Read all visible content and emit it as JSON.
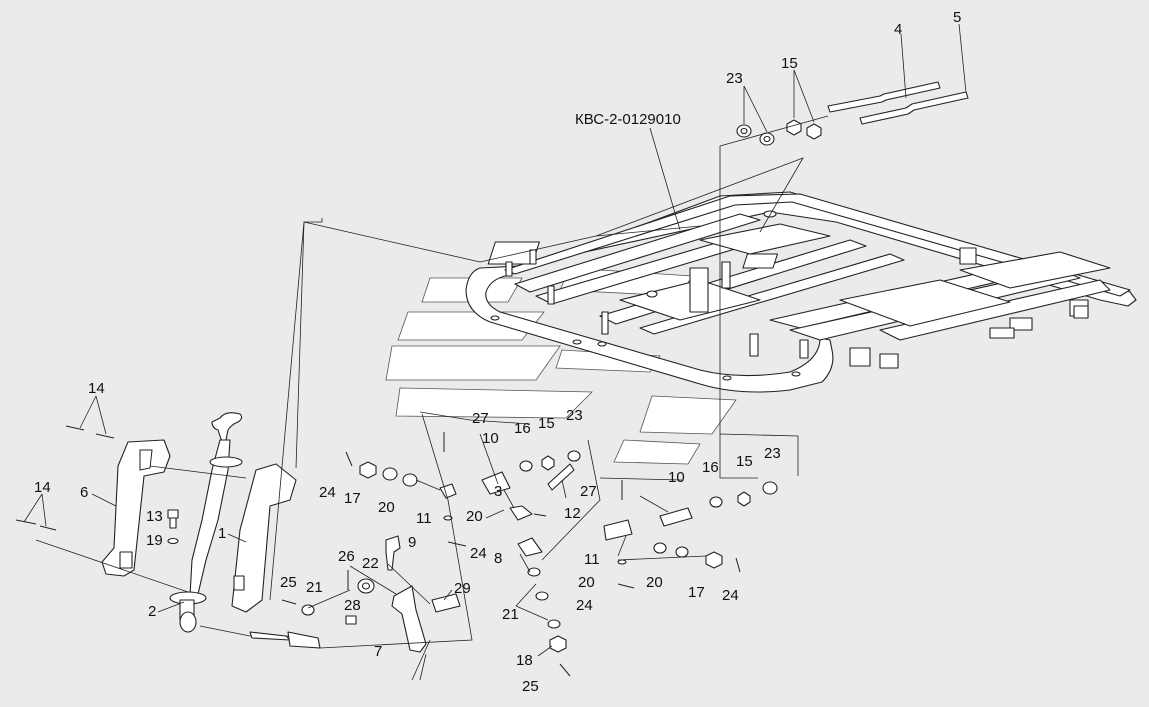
{
  "assembly_label": "КВС-2-0129010",
  "callouts": [
    {
      "id": "c4",
      "text": "4"
    },
    {
      "id": "c5",
      "text": "5"
    },
    {
      "id": "c23a",
      "text": "23"
    },
    {
      "id": "c15a",
      "text": "15"
    },
    {
      "id": "c14a",
      "text": "14"
    },
    {
      "id": "c14b",
      "text": "14"
    },
    {
      "id": "c6",
      "text": "6"
    },
    {
      "id": "c1",
      "text": "1"
    },
    {
      "id": "c13",
      "text": "13"
    },
    {
      "id": "c19",
      "text": "19"
    },
    {
      "id": "c2",
      "text": "2"
    },
    {
      "id": "c27a",
      "text": "27"
    },
    {
      "id": "c16a",
      "text": "16"
    },
    {
      "id": "c15b",
      "text": "15"
    },
    {
      "id": "c23b",
      "text": "23"
    },
    {
      "id": "c10a",
      "text": "10"
    },
    {
      "id": "c24a",
      "text": "24"
    },
    {
      "id": "c17a",
      "text": "17"
    },
    {
      "id": "c20a",
      "text": "20"
    },
    {
      "id": "c11a",
      "text": "11"
    },
    {
      "id": "c20b",
      "text": "20"
    },
    {
      "id": "c3",
      "text": "3"
    },
    {
      "id": "c12",
      "text": "12"
    },
    {
      "id": "c27b",
      "text": "27"
    },
    {
      "id": "c10b",
      "text": "10"
    },
    {
      "id": "c16b",
      "text": "16"
    },
    {
      "id": "c15c",
      "text": "15"
    },
    {
      "id": "c23c",
      "text": "23"
    },
    {
      "id": "c24b",
      "text": "24"
    },
    {
      "id": "c8",
      "text": "8"
    },
    {
      "id": "c9",
      "text": "9"
    },
    {
      "id": "c26",
      "text": "26"
    },
    {
      "id": "c22",
      "text": "22"
    },
    {
      "id": "c21a",
      "text": "21"
    },
    {
      "id": "c25a",
      "text": "25"
    },
    {
      "id": "c28",
      "text": "28"
    },
    {
      "id": "c29",
      "text": "29"
    },
    {
      "id": "c11b",
      "text": "11"
    },
    {
      "id": "c20c",
      "text": "20"
    },
    {
      "id": "c20d",
      "text": "20"
    },
    {
      "id": "c17b",
      "text": "17"
    },
    {
      "id": "c24c",
      "text": "24"
    },
    {
      "id": "c24d",
      "text": "24"
    },
    {
      "id": "c21b",
      "text": "21"
    },
    {
      "id": "c7",
      "text": "7"
    },
    {
      "id": "c18",
      "text": "18"
    },
    {
      "id": "c25b",
      "text": "25"
    }
  ]
}
